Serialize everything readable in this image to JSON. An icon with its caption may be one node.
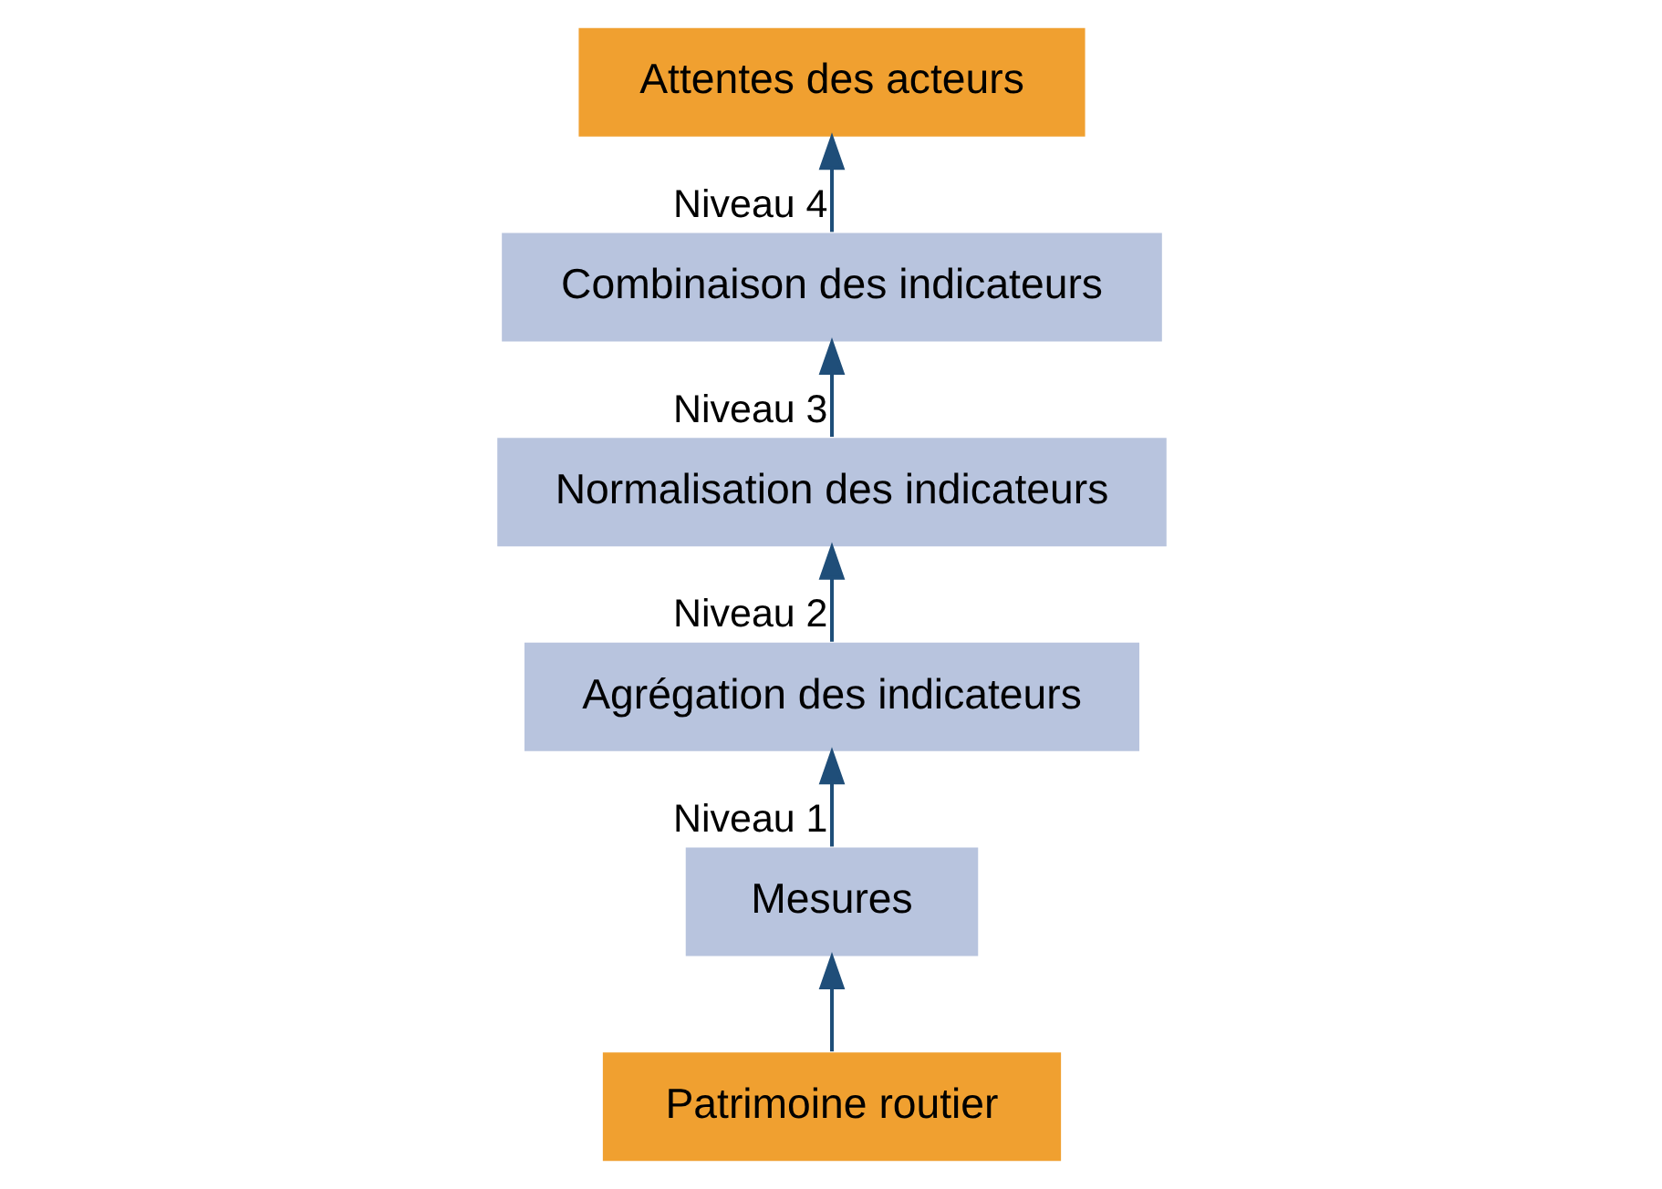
{
  "diagram": {
    "nodes": [
      {
        "text": [
          "Patrimoine routier"
        ]
      },
      {
        "text": [
          "Mesures"
        ]
      },
      {
        "text": [
          "Agrégation des indicateurs"
        ]
      },
      {
        "text": [
          "Normalisation des indicateurs"
        ]
      },
      {
        "text": [
          "Combinaison des indicateurs"
        ]
      },
      {
        "text": [
          "Attentes des acteurs"
        ]
      }
    ],
    "edges": [
      {
        "from": 0,
        "to": 1,
        "arrow": "to"
      },
      {
        "from": 1,
        "to": 2,
        "arrow": "to",
        "label": "Niveau 1"
      },
      {
        "from": 2,
        "to": 3,
        "arrow": "to",
        "label": "Niveau 2"
      },
      {
        "from": 3,
        "to": 4,
        "arrow": "to",
        "label": "Niveau 3"
      },
      {
        "from": 4,
        "to": 5,
        "arrow": "to",
        "label": "Niveau 4"
      }
    ]
  }
}
